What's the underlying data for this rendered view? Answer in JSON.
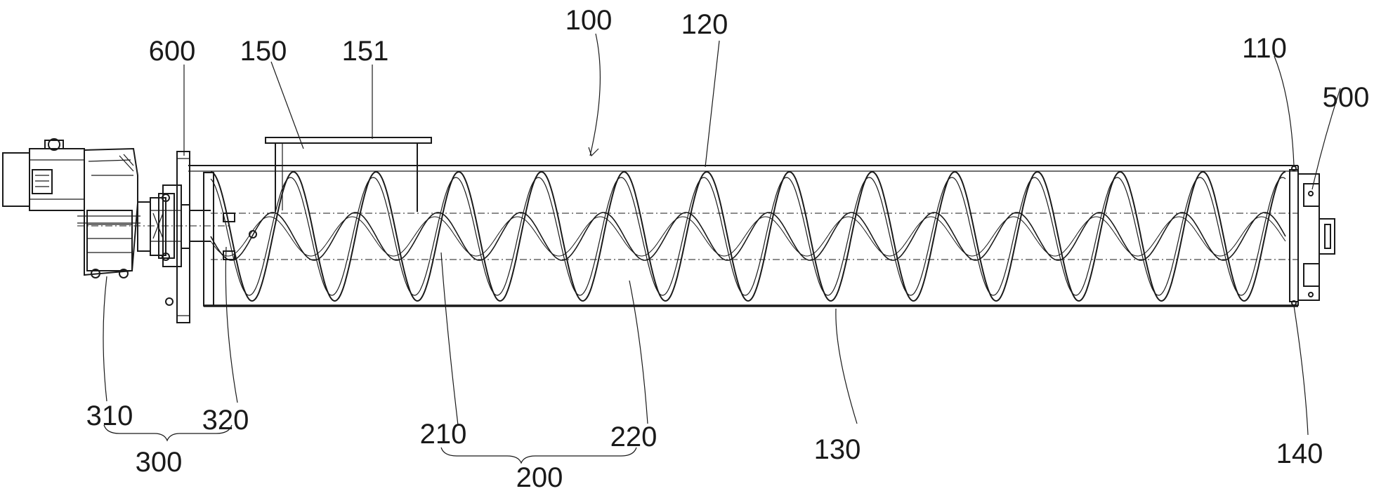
{
  "labels": {
    "l100": "100",
    "l110": "110",
    "l120": "120",
    "l130": "130",
    "l140": "140",
    "l150": "150",
    "l151": "151",
    "l200": "200",
    "l210": "210",
    "l220": "220",
    "l300": "300",
    "l310": "310",
    "l320": "320",
    "l500": "500",
    "l600": "600"
  },
  "spiral": {
    "turns": 13
  },
  "colors": {
    "ink": "#1a1a1a",
    "background": "#ffffff"
  }
}
